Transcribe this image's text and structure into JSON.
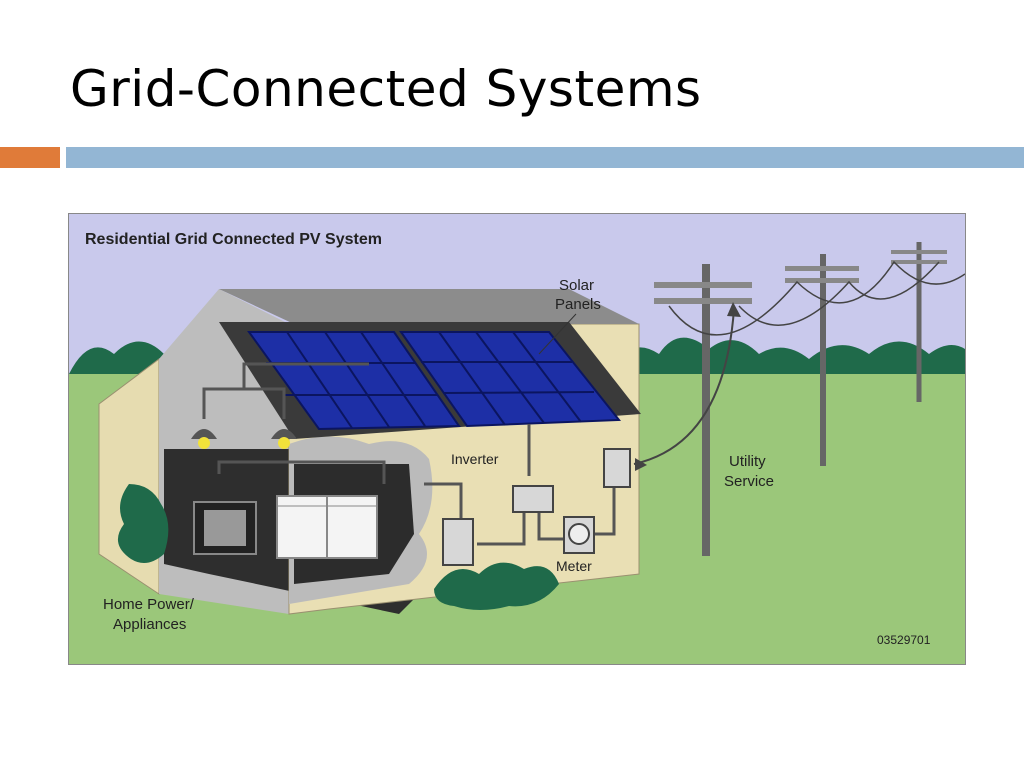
{
  "slide": {
    "title": "Grid-Connected Systems"
  },
  "figure": {
    "title": "Residential Grid Connected PV System",
    "labels": {
      "solar_line1": "Solar",
      "solar_line2": "Panels",
      "inverter": "Inverter",
      "utility_line1": "Utility",
      "utility_line2": "Service",
      "meter": "Meter",
      "home_line1": "Home Power/",
      "home_line2": "Appliances",
      "figure_id": "03529701"
    },
    "colors": {
      "sky": "#c9c9ec",
      "grass": "#9bc77a",
      "trees": "#1f6a4a",
      "house_wall": "#e9dfb4",
      "roof": "#777777",
      "panel": "#1d2fa6",
      "accent_orange": "#e07b39",
      "accent_blue": "#93b6d4"
    },
    "icons": [
      "lamp-icon",
      "tv-icon",
      "washer-icon",
      "dryer-icon",
      "breaker-panel-icon",
      "inverter-icon",
      "meter-icon",
      "utility-pole-icon"
    ]
  }
}
